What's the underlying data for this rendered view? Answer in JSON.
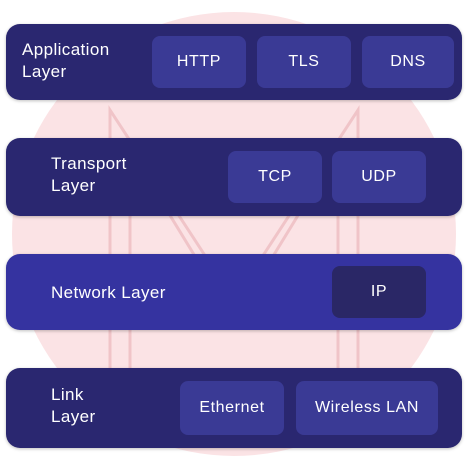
{
  "colors": {
    "layer_background": "#2a2770",
    "network_layer_background": "#3533a0",
    "protocol_box": "#3a3a95",
    "protocol_box_dark": "#2a2766",
    "watermark": "#f7d5d8",
    "text": "#ffffff"
  },
  "layers": [
    {
      "label_line1": "Application",
      "label_line2": "Layer",
      "protocols": [
        "HTTP",
        "TLS",
        "DNS"
      ]
    },
    {
      "label_line1": "Transport",
      "label_line2": "Layer",
      "protocols": [
        "TCP",
        "UDP"
      ]
    },
    {
      "label": "Network Layer",
      "protocols": [
        "IP"
      ]
    },
    {
      "label_line1": "Link",
      "label_line2": "Layer",
      "protocols": [
        "Ethernet",
        "Wireless LAN"
      ]
    }
  ],
  "watermark_icon": "letter-m-logo-icon"
}
